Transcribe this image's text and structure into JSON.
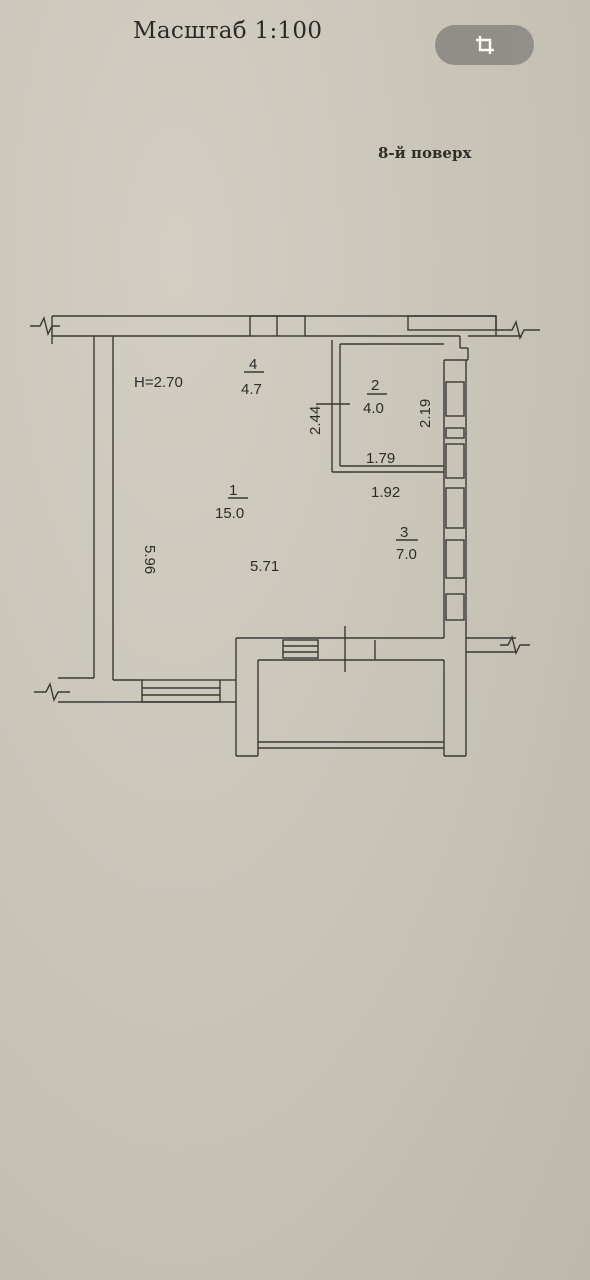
{
  "header": {
    "scale_label": "Масштаб 1:100",
    "floor_label": "8-й поверх"
  },
  "toolbar": {
    "crop_icon": "crop-icon"
  },
  "plan": {
    "height_label": "H=2.70",
    "rooms": [
      {
        "number": "1",
        "area": "15.0"
      },
      {
        "number": "2",
        "area": "4.0"
      },
      {
        "number": "3",
        "area": "7.0"
      },
      {
        "number": "4",
        "area": "4.7"
      }
    ],
    "dimensions": {
      "room1_height": "5.96",
      "room1_width": "5.71",
      "room2_height": "2.44",
      "room2_side": "2.19",
      "room2_width": "1.79",
      "corridor_width": "1.92"
    }
  },
  "colors": {
    "paper": "#c9c4b8",
    "ink": "#2d2c2a",
    "button": "#8d8a85"
  }
}
